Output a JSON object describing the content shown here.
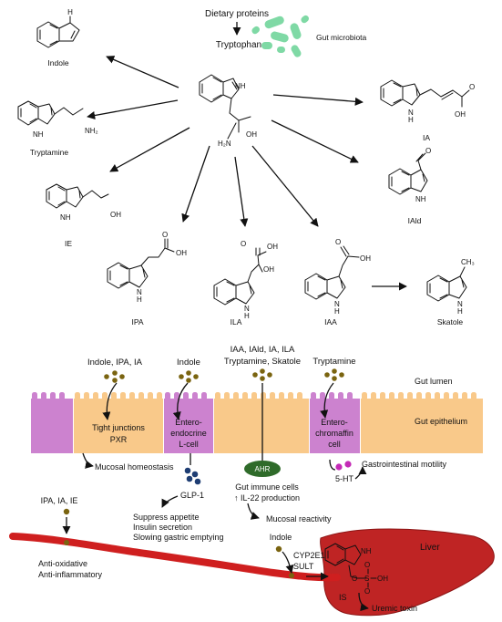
{
  "top": {
    "dietary_proteins": "Dietary proteins",
    "tryptophan": "Tryptophan",
    "gut_microbiota": "Gut microbiota",
    "nh": "NH",
    "h2n": "H₂N",
    "oh": "OH"
  },
  "metabolites": {
    "indole": {
      "label": "Indole",
      "h": "H"
    },
    "tryptamine": {
      "label": "Tryptamine",
      "nh": "NH",
      "nh2": "NH₂"
    },
    "ie": {
      "label": "IE",
      "nh": "NH",
      "oh": "OH"
    },
    "ia": {
      "label": "IA",
      "h": "H",
      "n": "N",
      "o": "O",
      "oh": "OH"
    },
    "iald": {
      "label": "IAld",
      "o": "O",
      "nh": "NH"
    },
    "ipa": {
      "label": "IPA",
      "o": "O",
      "oh": "OH",
      "n": "N",
      "h": "H"
    },
    "ila": {
      "label": "ILA",
      "o": "O",
      "oh": "OH",
      "oh2": "OH",
      "n": "N",
      "h": "H"
    },
    "iaa": {
      "label": "IAA",
      "o": "O",
      "oh": "OH",
      "n": "N",
      "h": "H"
    },
    "skatole": {
      "label": "Skatole",
      "ch3": "CH₃",
      "n": "N",
      "h": "H"
    }
  },
  "gut": {
    "label_indole_ipa_ia": "Indole, IPA, IA",
    "label_indole": "Indole",
    "label_multi_1": "IAA, IAld, IA, ILA",
    "label_multi_2": "Tryptamine, Skatole",
    "label_tryptamine": "Tryptamine",
    "gut_lumen": "Gut lumen",
    "gut_epithelium": "Gut epithelium",
    "tight_junctions": "Tight junctions",
    "pxr": "PXR",
    "lcell_1": "Entero-",
    "lcell_2": "endocrine",
    "lcell_3": "L-cell",
    "ecell_1": "Entero-",
    "ecell_2": "chromaffin",
    "ecell_3": "cell",
    "ahr": "AHR",
    "mucosal_homeostasis": "Mucosal homeostasis",
    "glp1": "GLP-1",
    "gut_immune_cells": "Gut immune cells",
    "il22": "↑ IL-22 production",
    "mucosal_reactivity": "Mucosal reactivity",
    "gastro_motility": "Gastrointestinal motility",
    "five_ht": "5-HT",
    "suppress_appetite": "Suppress appetite",
    "insulin_secretion": "Insulin secretion",
    "slowing_gastric": "Slowing gastric emptying"
  },
  "liver": {
    "ipa_ia_ie": "IPA, IA, IE",
    "antioxidative": "Anti-oxidative",
    "antiinflammatory": "Anti-inflammatory",
    "indole": "Indole",
    "cyp2e1": "CYP2E1",
    "sult": "SULT",
    "liver": "Liver",
    "is": "IS",
    "uremic_toxin": "Uremic toxin",
    "nh": "NH",
    "o": "O",
    "s": "S",
    "oh": "OH"
  },
  "colors": {
    "cell_orange": "#f9c98a",
    "cell_purple": "#cc82cf",
    "dot_olive": "#7a6410",
    "dot_blue": "#1e3d73",
    "dot_magenta": "#c42bb6",
    "ahr_green": "#2f6b2a",
    "microbe_green": "#7fd9a5",
    "vessel_red": "#cf1f1f",
    "liver_red": "#bf2424",
    "liver_dark": "#8c1414"
  }
}
